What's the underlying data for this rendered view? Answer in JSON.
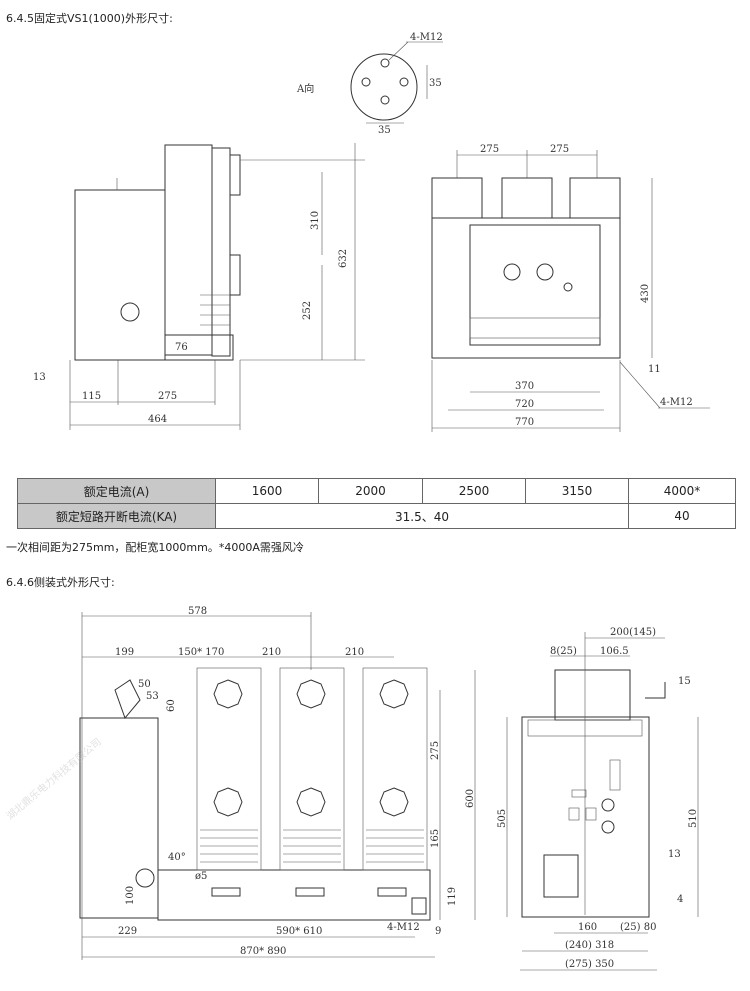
{
  "section1": {
    "title": "6.4.5固定式VS1(1000)外形尺寸:",
    "view_a": {
      "label": "A向",
      "bolt": "4-M12",
      "dim_v": "35",
      "dim_h": "35"
    },
    "side_view_dims": [
      "310",
      "632",
      "252",
      "76",
      "13",
      "115",
      "275",
      "464"
    ],
    "front_view_dims": [
      "275",
      "275",
      "430",
      "370",
      "720",
      "770",
      "11",
      "4-M12"
    ]
  },
  "table": {
    "row1": {
      "header": "额定电流(A)",
      "values": [
        "1600",
        "2000",
        "2500",
        "3150",
        "4000*"
      ]
    },
    "row2": {
      "header": "额定短路开断电流(KA)",
      "values": [
        "31.5、40",
        "40"
      ]
    }
  },
  "note": "一次相间距为275mm，配柜宽1000mm。*4000A需强风冷",
  "section2": {
    "title": "6.4.6侧装式外形尺寸:",
    "side_dims": [
      "578",
      "199",
      "150* 170",
      "210",
      "210",
      "50",
      "53",
      "60",
      "275",
      "600",
      "165",
      "119",
      "40°",
      "ø5",
      "100",
      "229",
      "590* 610",
      "870* 890",
      "4-M12",
      "9"
    ],
    "end_dims": [
      "200(145)",
      "8(25)",
      "106.5",
      "15",
      "505",
      "510",
      "13",
      "4",
      "160",
      "(25) 80",
      "(240) 318",
      "(275) 350"
    ]
  },
  "watermark": "湖北鼎乐电力科技有限公司"
}
